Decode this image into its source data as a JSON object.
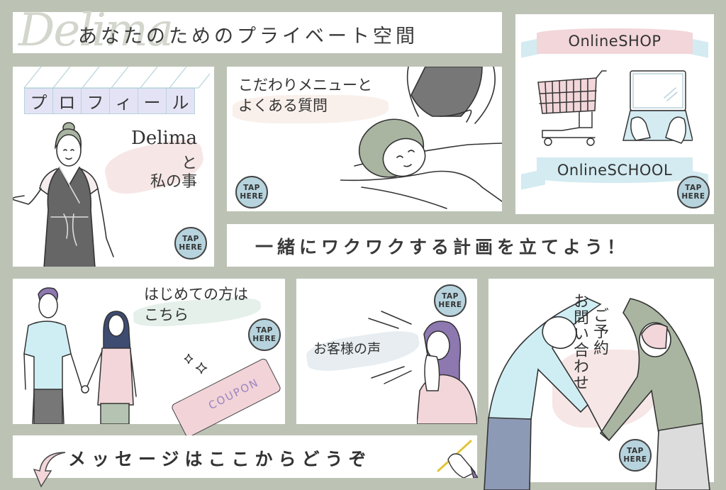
{
  "header": {
    "brand_watermark": "Delima",
    "title": "あなたのためのプライベート空間"
  },
  "profile": {
    "awning_letters": [
      "プ",
      "ロ",
      "フ",
      "ィ",
      "ー",
      "ル"
    ],
    "heading": "プロフィール",
    "brand": "Delima",
    "connector": "と",
    "subtitle": "私の事",
    "tap_line1": "TAP",
    "tap_line2": "HERE"
  },
  "menu": {
    "title_line1": "こだわりメニューと",
    "title_line2": "よくある質問",
    "tap_line1": "TAP",
    "tap_line2": "HERE"
  },
  "online": {
    "shop_label": "OnlineSHOP",
    "school_label": "OnlineSCHOOL",
    "tap_line1": "TAP",
    "tap_line2": "HERE"
  },
  "slogan": {
    "text": "一緒にワクワクする計画を立てよう！"
  },
  "first_time": {
    "title_line1": "はじめての方は",
    "title_line2": "こちら",
    "coupon_label": "COUPON",
    "tap_line1": "TAP",
    "tap_line2": "HERE"
  },
  "voices": {
    "title": "お客様の声",
    "tap_line1": "TAP",
    "tap_line2": "HERE"
  },
  "booking": {
    "line_right": "ご予約",
    "line_left": "お問い合わせ",
    "tap_line1": "TAP",
    "tap_line2": "HERE"
  },
  "message": {
    "text": "メッセージはここからどうぞ"
  },
  "colors": {
    "background": "#bcc3b5",
    "panel": "#ffffff",
    "tap_badge": "#b7d4de",
    "awning": "#e4e3f5",
    "ribbon_pink": "#f2d6da",
    "ribbon_blue": "#d3ebf1",
    "sage": "#a9b5a1",
    "coupon": "#f2d3d8"
  }
}
